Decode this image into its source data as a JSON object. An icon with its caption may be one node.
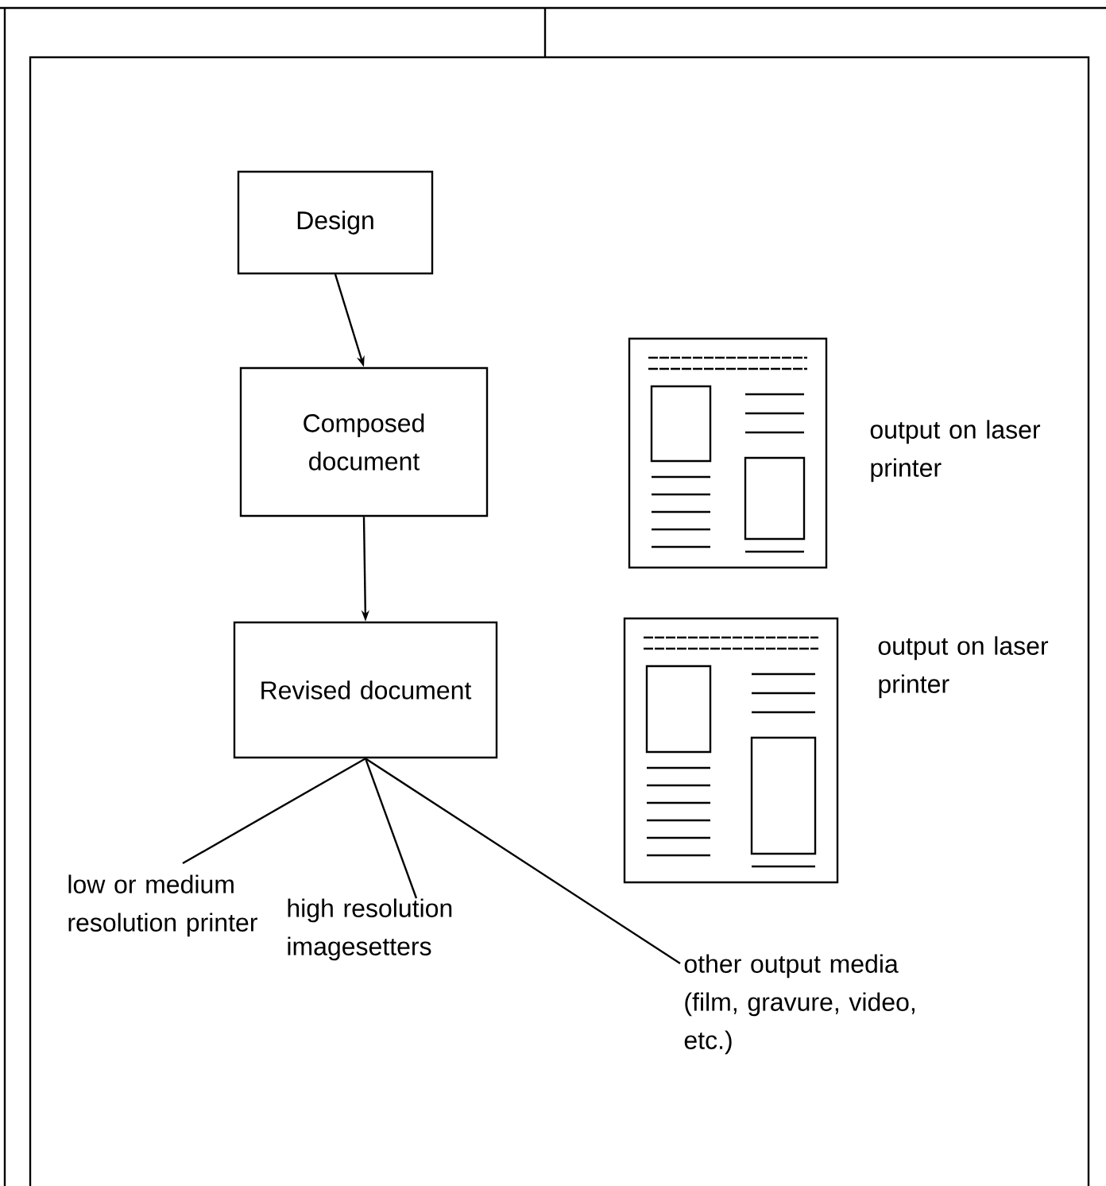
{
  "diagram": {
    "nodes": [
      {
        "text": [
          "Design"
        ]
      },
      {
        "text": [
          "Composed document"
        ]
      },
      {
        "text": [
          "Revised document"
        ]
      },
      {
        "text": [
          "low or medium resolution printer"
        ]
      },
      {
        "text": [
          "high resolution imagesetters"
        ]
      },
      {
        "text": [
          "other output media (film, gravure, video, etc.)"
        ]
      }
    ],
    "edges": [
      {
        "from": 0,
        "to": 1,
        "arrow": "to"
      },
      {
        "from": 1,
        "to": 2,
        "arrow": "to"
      },
      {
        "from": 2,
        "to": 3,
        "arrow": "none"
      },
      {
        "from": 2,
        "to": 4,
        "arrow": "none"
      },
      {
        "from": 2,
        "to": 5,
        "arrow": "none"
      }
    ],
    "labels": [
      "output on laser printer",
      "output on laser printer"
    ]
  }
}
